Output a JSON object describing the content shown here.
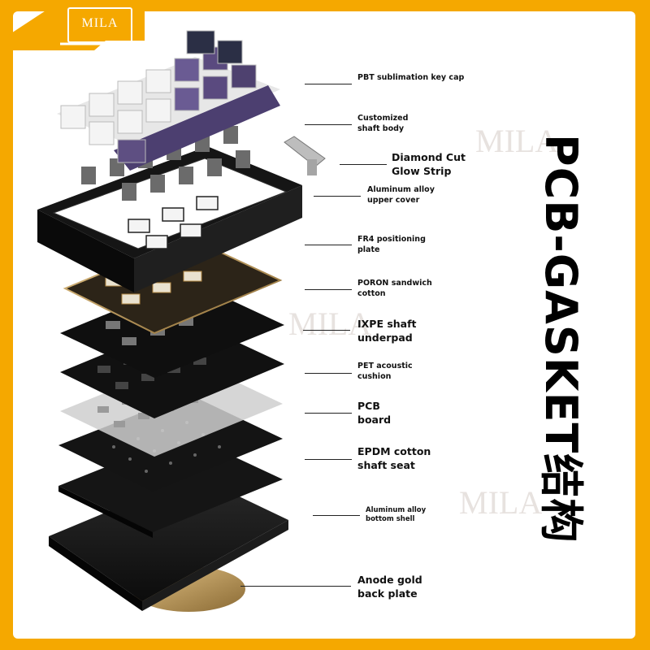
{
  "brand": {
    "logo_text": "MILA"
  },
  "title": "PCB-GASKET结构",
  "watermark_text": "MILA",
  "colors": {
    "frame": "#f5a800",
    "keycap_white": "#f2f2f2",
    "keycap_purple": "#5e4f82",
    "keycap_navy": "#2b2f45",
    "gold": "#c8a05a",
    "body": "#1a1a1a"
  },
  "layers": [
    {
      "id": "keycap",
      "label": "PBT sublimation key cap",
      "size": "small"
    },
    {
      "id": "shaft",
      "label": "Customized shaft body",
      "size": "small"
    },
    {
      "id": "glow",
      "label": "Diamond Cut Glow Strip",
      "size": "large"
    },
    {
      "id": "upper",
      "label": "Aluminum alloy upper cover",
      "size": "small"
    },
    {
      "id": "fr4",
      "label": "FR4 positioning plate",
      "size": "small"
    },
    {
      "id": "poron",
      "label": "PORON sandwich cotton",
      "size": "small"
    },
    {
      "id": "ixpe",
      "label": "IXPE shaft underpad",
      "size": "large"
    },
    {
      "id": "pet",
      "label": "PET acoustic cushion",
      "size": "small"
    },
    {
      "id": "pcb",
      "label": "PCB board",
      "size": "large"
    },
    {
      "id": "epdm",
      "label": "EPDM cotton shaft seat",
      "size": "large"
    },
    {
      "id": "bottom",
      "label": "Aluminum alloy bottom shell",
      "size": "small"
    },
    {
      "id": "anode",
      "label": "Anode gold back plate",
      "size": "large"
    }
  ]
}
